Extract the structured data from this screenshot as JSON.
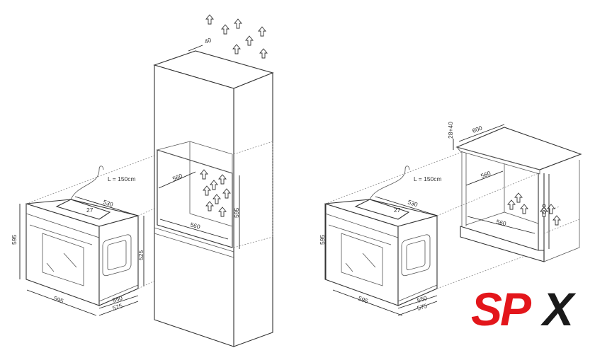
{
  "left_diagram": {
    "oven_labels": {
      "height": "595",
      "width": "595",
      "depth_top": "530",
      "panel": "27",
      "side_height": "525",
      "depth_550": "550",
      "depth_575": "575",
      "cable": "L = 150cm"
    },
    "cabinet_labels": {
      "gap_top": "40",
      "niche_width_top": "560",
      "niche_width_bottom": "560",
      "niche_height": "595"
    }
  },
  "right_diagram": {
    "oven_labels": {
      "height": "595",
      "width": "595",
      "depth_top": "530",
      "panel": "27",
      "depth_550": "550",
      "depth_575": "575",
      "cable": "L = 150cm"
    },
    "cabinet_labels": {
      "gap_top": "28+40",
      "top_depth": "600",
      "niche_width_top": "560",
      "niche_width_bottom": "560",
      "niche_height": "600"
    }
  },
  "logo": {
    "text_red": "SP",
    "text_black": "X",
    "red": "#e3161b",
    "black": "#1a1a1a"
  }
}
